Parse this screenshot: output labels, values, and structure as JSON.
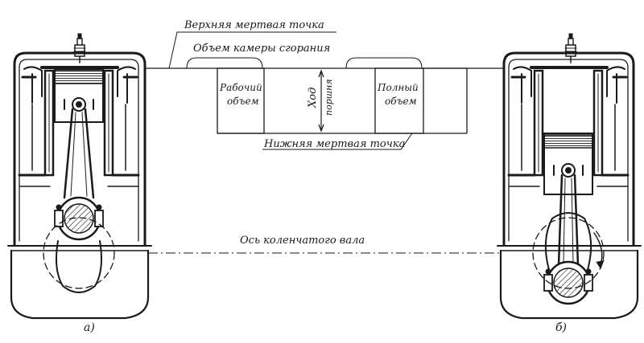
{
  "labels": {
    "top_dead_center": "Верхняя мертвая точка",
    "combustion_chamber_volume": "Объем камеры сгорания",
    "working_volume_line1": "Рабочий",
    "working_volume_line2": "объем",
    "stroke_line1": "Ход",
    "stroke_line2": "поршня",
    "total_volume_line1": "Полный",
    "total_volume_line2": "объем",
    "bottom_dead_center": "Нижняя мертвая точка",
    "crankshaft_axis": "Ось коленчатого вала",
    "caption_a": "а)",
    "caption_b": "б)"
  },
  "colors": {
    "ink": "#1a1a1a",
    "paper": "#ffffff"
  }
}
